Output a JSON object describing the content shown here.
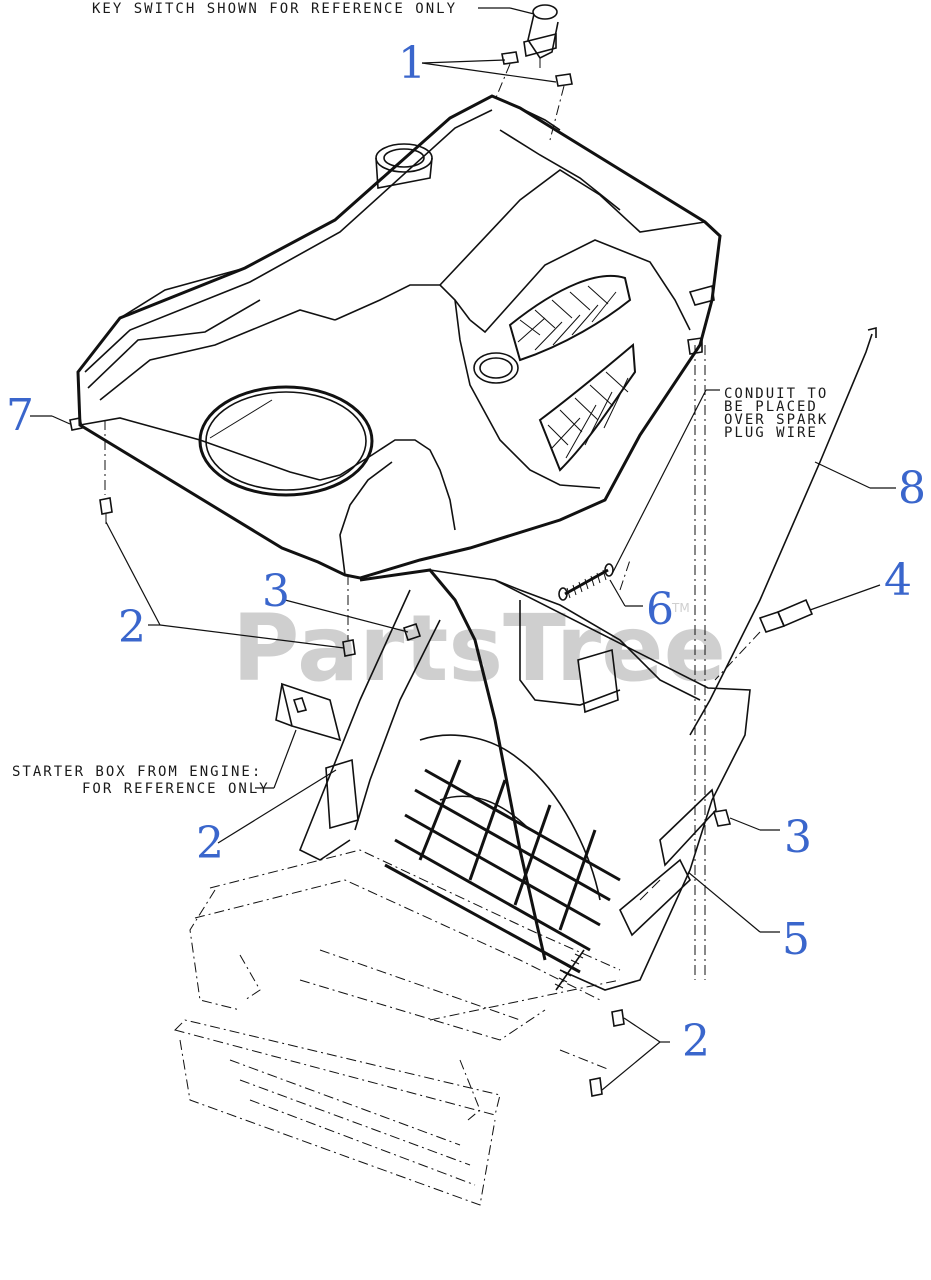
{
  "notes": {
    "key_switch": "KEY SWITCH SHOWN FOR REFERENCE ONLY",
    "conduit": [
      "CONDUIT TO",
      "BE PLACED",
      "OVER SPARK",
      "PLUG WIRE"
    ],
    "starter_box": [
      "STARTER BOX FROM ENGINE:",
      "FOR REFERENCE ONLY"
    ]
  },
  "callouts": {
    "c1": "1",
    "c2a": "2",
    "c2b": "2",
    "c2c": "2",
    "c3a": "3",
    "c3b": "3",
    "c4": "4",
    "c5": "5",
    "c6": "6",
    "c7": "7",
    "c8": "8"
  },
  "watermark": {
    "text": "PartsTree",
    "trademark": "TM"
  },
  "colors": {
    "callout": "#3a66cc",
    "line": "#111111",
    "watermark": "#cfcfcf"
  }
}
